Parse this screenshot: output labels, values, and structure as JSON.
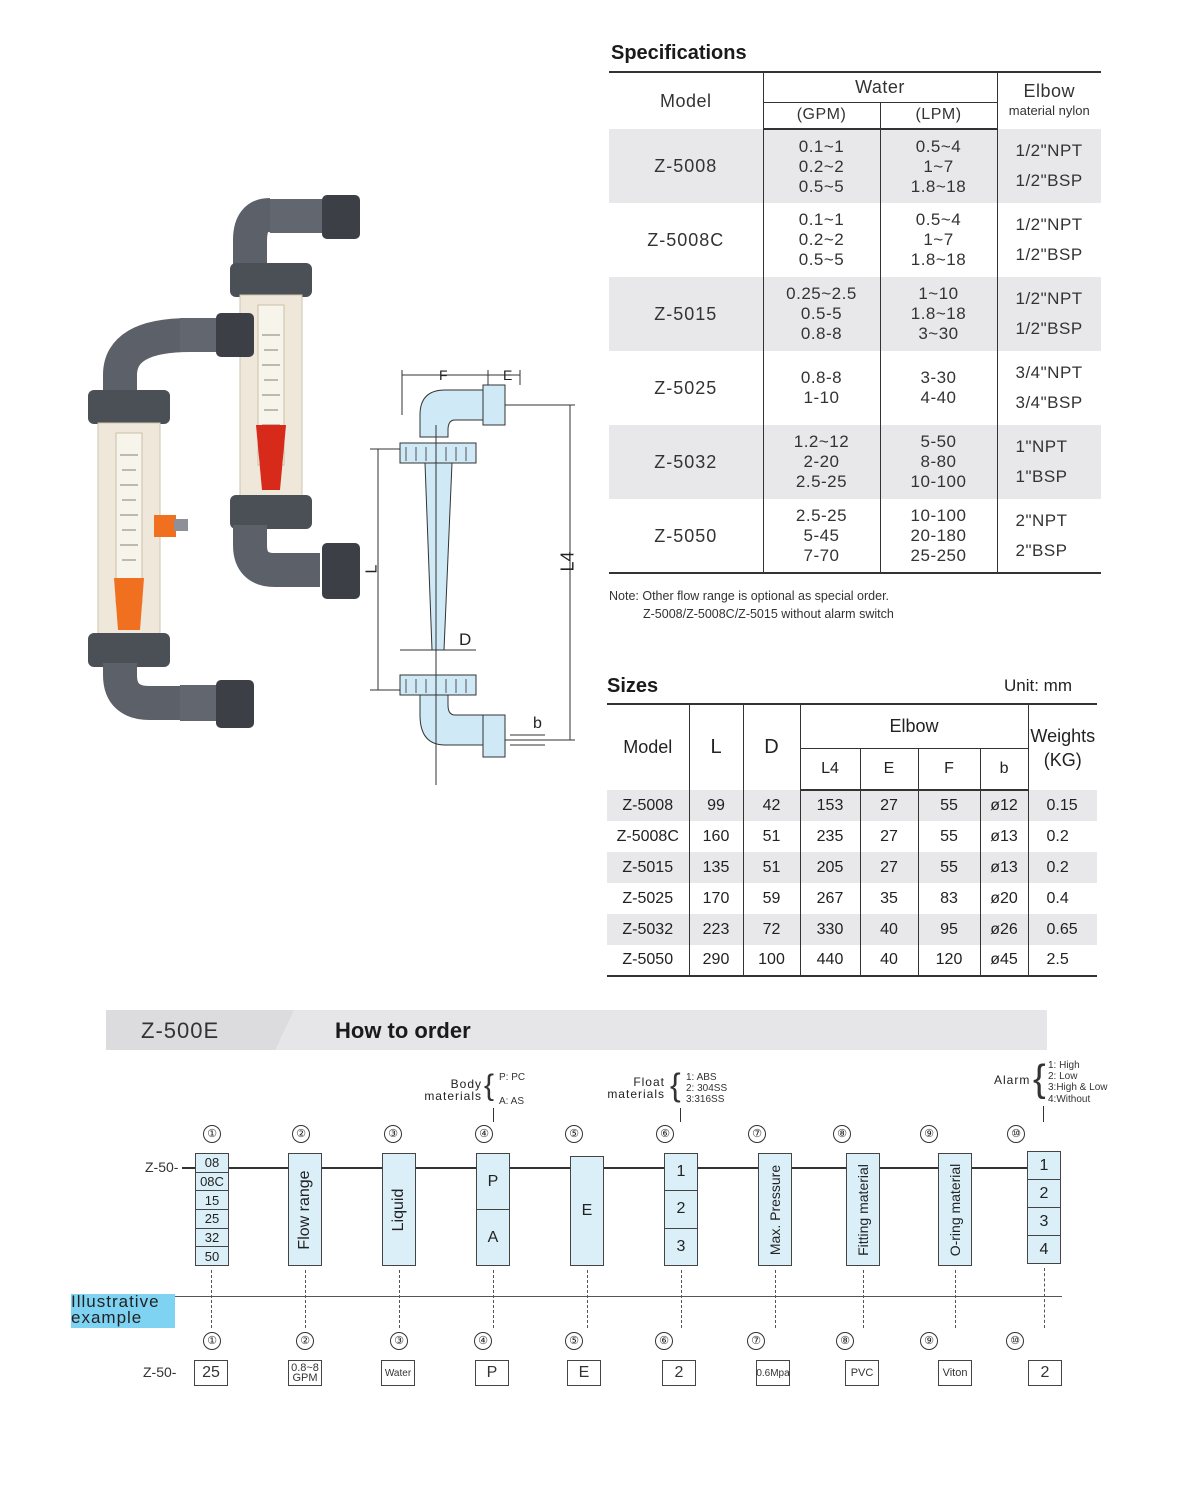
{
  "specifications": {
    "title": "Specifications",
    "header": {
      "model": "Model",
      "water": "Water",
      "gpm": "(GPM)",
      "lpm": "(LPM)",
      "elbow": "Elbow",
      "elbow_sub": "material nylon"
    },
    "rows": [
      {
        "model": "Z-5008",
        "gpm": [
          "0.1~1",
          "0.2~2",
          "0.5~5"
        ],
        "lpm": [
          "0.5~4",
          "1~7",
          "1.8~18"
        ],
        "elbow": [
          "1/2\"NPT",
          "1/2\"BSP"
        ]
      },
      {
        "model": "Z-5008C",
        "gpm": [
          "0.1~1",
          "0.2~2",
          "0.5~5"
        ],
        "lpm": [
          "0.5~4",
          "1~7",
          "1.8~18"
        ],
        "elbow": [
          "1/2\"NPT",
          "1/2\"BSP"
        ]
      },
      {
        "model": "Z-5015",
        "gpm": [
          "0.25~2.5",
          "0.5-5",
          "0.8-8"
        ],
        "lpm": [
          "1~10",
          "1.8~18",
          "3~30"
        ],
        "elbow": [
          "1/2\"NPT",
          "1/2\"BSP"
        ]
      },
      {
        "model": "Z-5025",
        "gpm": [
          "0.8-8",
          "1-10"
        ],
        "lpm": [
          "3-30",
          "4-40"
        ],
        "elbow": [
          "3/4\"NPT",
          "3/4\"BSP"
        ]
      },
      {
        "model": "Z-5032",
        "gpm": [
          "1.2~12",
          "2-20",
          "2.5-25"
        ],
        "lpm": [
          "5-50",
          "8-80",
          "10-100"
        ],
        "elbow": [
          "1\"NPT",
          "1\"BSP"
        ]
      },
      {
        "model": "Z-5050",
        "gpm": [
          "2.5-25",
          "5-45",
          "7-70"
        ],
        "lpm": [
          "10-100",
          "20-180",
          "25-250"
        ],
        "elbow": [
          "2\"NPT",
          "2\"BSP"
        ]
      }
    ],
    "note_line1": "Note: Other flow range is optional as special order.",
    "note_line2": "Z-5008/Z-5008C/Z-5015 without alarm switch"
  },
  "sizes": {
    "title": "Sizes",
    "unit": "Unit: mm",
    "header": {
      "model": "Model",
      "l": "L",
      "d": "D",
      "elbow": "Elbow",
      "l4": "L4",
      "e": "E",
      "f": "F",
      "b": "b",
      "weights": "Weights",
      "weights_unit": "(KG)"
    },
    "rows": [
      {
        "model": "Z-5008",
        "l": "99",
        "d": "42",
        "l4": "153",
        "e": "27",
        "f": "55",
        "b": "ø12",
        "w": "0.15"
      },
      {
        "model": "Z-5008C",
        "l": "160",
        "d": "51",
        "l4": "235",
        "e": "27",
        "f": "55",
        "b": "ø13",
        "w": "0.2"
      },
      {
        "model": "Z-5015",
        "l": "135",
        "d": "51",
        "l4": "205",
        "e": "27",
        "f": "55",
        "b": "ø13",
        "w": "0.2"
      },
      {
        "model": "Z-5025",
        "l": "170",
        "d": "59",
        "l4": "267",
        "e": "35",
        "f": "83",
        "b": "ø20",
        "w": "0.4"
      },
      {
        "model": "Z-5032",
        "l": "223",
        "d": "72",
        "l4": "330",
        "e": "40",
        "f": "95",
        "b": "ø26",
        "w": "0.65"
      },
      {
        "model": "Z-5050",
        "l": "290",
        "d": "100",
        "l4": "440",
        "e": "40",
        "f": "120",
        "b": "ø45",
        "w": "2.5"
      }
    ]
  },
  "drawing": {
    "f": "F",
    "e": "E",
    "l": "L",
    "l4": "L4",
    "d": "D",
    "b": "b"
  },
  "order": {
    "series": "Z-500E",
    "title": "How to order",
    "prefix": "Z-50-",
    "nums": [
      "①",
      "②",
      "③",
      "④",
      "⑤",
      "⑥",
      "⑦",
      "⑧",
      "⑨",
      "⑩"
    ],
    "box1": [
      "08",
      "08C",
      "15",
      "25",
      "32",
      "50"
    ],
    "box2": "Flow range",
    "box3": "Liquid",
    "box4": [
      "P",
      "A"
    ],
    "box5": "E",
    "box6": [
      "1",
      "2",
      "3"
    ],
    "box7": "Max. Pressure",
    "box8": "Fitting material",
    "box9": "O-ring material",
    "box10": [
      "1",
      "2",
      "3",
      "4"
    ],
    "body_label_1": "Body",
    "body_label_2": "materials",
    "body_opts": [
      "P: PC",
      "A: AS"
    ],
    "float_label_1": "Float",
    "float_label_2": "materials",
    "float_opts": [
      "1: ABS",
      "2: 304SS",
      "3:316SS"
    ],
    "alarm_label": "Alarm",
    "alarm_opts": [
      "1: High",
      "2: Low",
      "3:High & Low",
      "4:Without"
    ],
    "illustrative_1": "Illustrative",
    "illustrative_2": "example",
    "example": {
      "v1": "25",
      "v2a": "0.8~8",
      "v2b": "GPM",
      "v3": "Water",
      "v4": "P",
      "v5": "E",
      "v6": "2",
      "v7": "0.6Mpa",
      "v8": "PVC",
      "v9": "Viton",
      "v10": "2"
    }
  },
  "colors": {
    "box_fill": "#dbeff9",
    "banner": "#e6e6e8",
    "label_highlight": "#7fd3f2",
    "float_red": "#d82a1a",
    "float_orange": "#f07020",
    "pipe_gray": "#5c6068"
  }
}
